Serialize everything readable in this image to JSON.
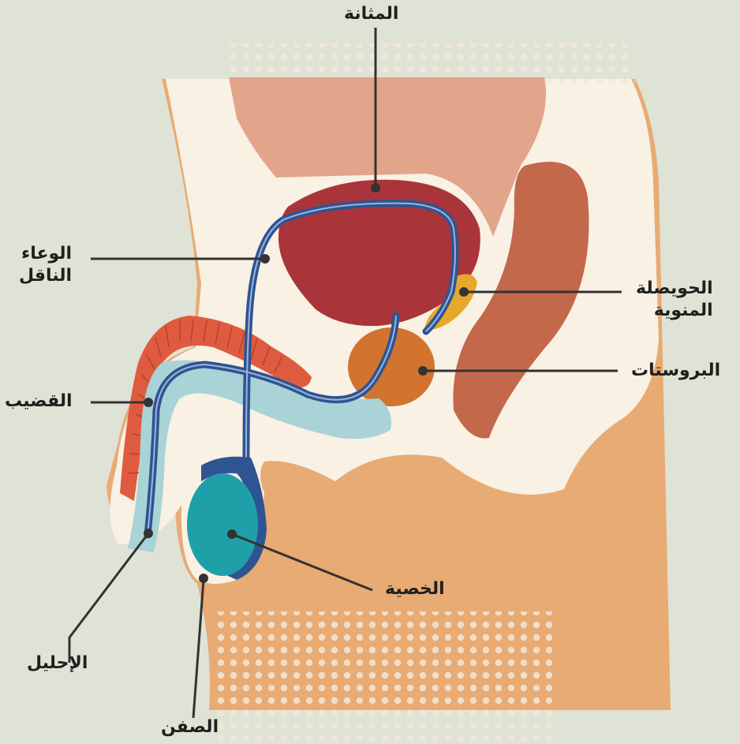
{
  "labels": {
    "bladder": "المثانة",
    "vas_deferens_line1": "الوعاء",
    "vas_deferens_line2": "الناقل",
    "seminal_vesicle_line1": "الحويصلة",
    "seminal_vesicle_line2": "المنوية",
    "prostate": "البروستات",
    "penis": "القضيب",
    "testis": "الخصية",
    "urethra": "الإحليل",
    "scrotum": "الصفن"
  },
  "colors": {
    "background": "#dfe3d5",
    "skin": "#e8ab74",
    "cavity": "#f8f1e4",
    "bladder_outer": "#e2a48a",
    "bladder": "#a9353a",
    "rectum": "#c4684c",
    "seminal_vesicle": "#e6a82a",
    "prostate": "#d2742f",
    "penis_tissue": "#df5b40",
    "urethra_sheath": "#a9d3d6",
    "vas_deferens": "#2f5492",
    "testis": "#1fa0a8",
    "leader_line": "#333333"
  }
}
